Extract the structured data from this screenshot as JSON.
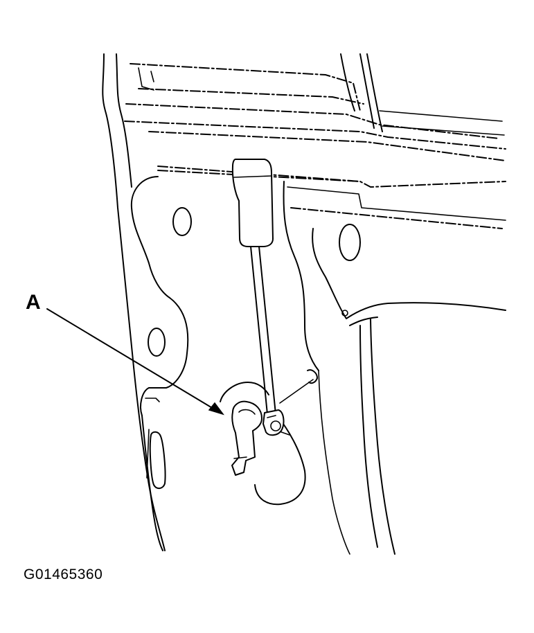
{
  "diagram": {
    "callouts": [
      {
        "id": "A",
        "label": "A"
      }
    ],
    "figure_id": "G01465360"
  }
}
